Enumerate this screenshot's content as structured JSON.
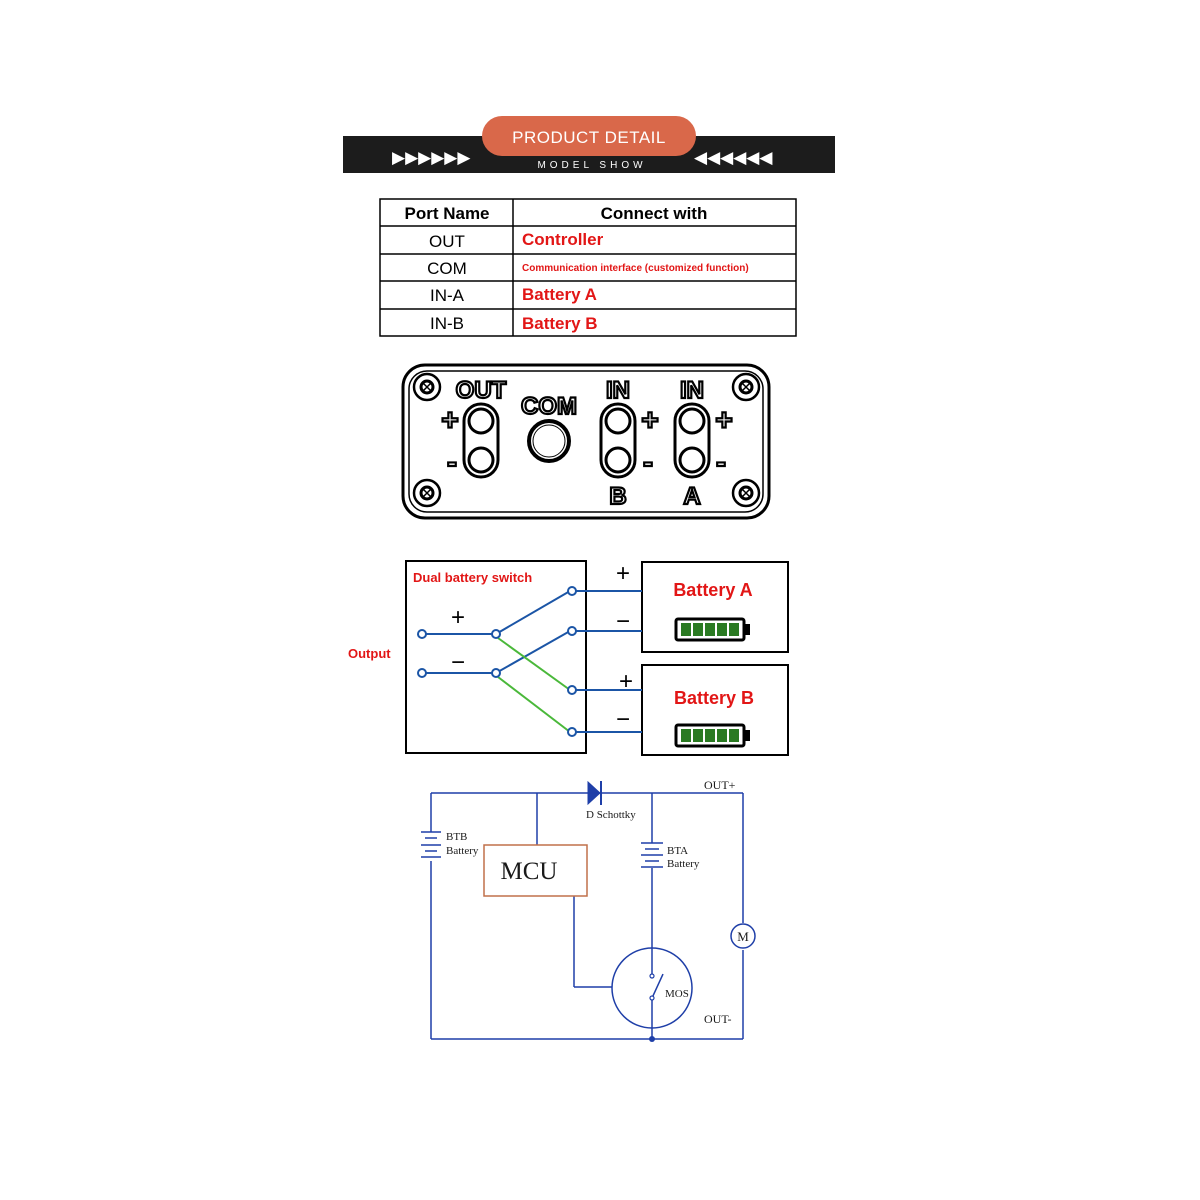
{
  "banner": {
    "title": "PRODUCT  DETAIL",
    "subtitle": "MODEL SHOW",
    "left_arrows": "▶▶▶▶▶▶",
    "right_arrows": "◀◀◀◀◀◀",
    "pill_color": "#d9684a"
  },
  "table": {
    "headers": {
      "port": "Port Name",
      "connect": "Connect with"
    },
    "rows": [
      {
        "port": "OUT",
        "connect": "Controller"
      },
      {
        "port": "COM",
        "connect": "Communication interface (customized function)"
      },
      {
        "port": "IN-A",
        "connect": "Battery A"
      },
      {
        "port": "IN-B",
        "connect": "Battery B"
      }
    ]
  },
  "panel": {
    "out_label": "OUT",
    "com_label": "COM",
    "in_b_label": "IN",
    "in_a_label": "IN",
    "b_label": "B",
    "a_label": "A",
    "plus": "+",
    "minus": "-"
  },
  "switch_diagram": {
    "title": "Dual battery switch",
    "output_label": "Output",
    "battery_a": "Battery A",
    "battery_b": "Battery B",
    "plus": "+",
    "minus": "−",
    "wire_color": "#1b55a6",
    "link_color": "#4ab83a",
    "accent_color": "#e21616"
  },
  "circuit": {
    "mcu": "MCU",
    "diode": "D Schottky",
    "out_plus": "OUT+",
    "out_minus": "OUT-",
    "btb_1": "BTB",
    "btb_2": "Battery",
    "bta_1": "BTA",
    "bta_2": "Battery",
    "motor": "M",
    "mos": "MOS",
    "line_color": "#1f3fa8",
    "mcu_border": "#c0704a"
  }
}
